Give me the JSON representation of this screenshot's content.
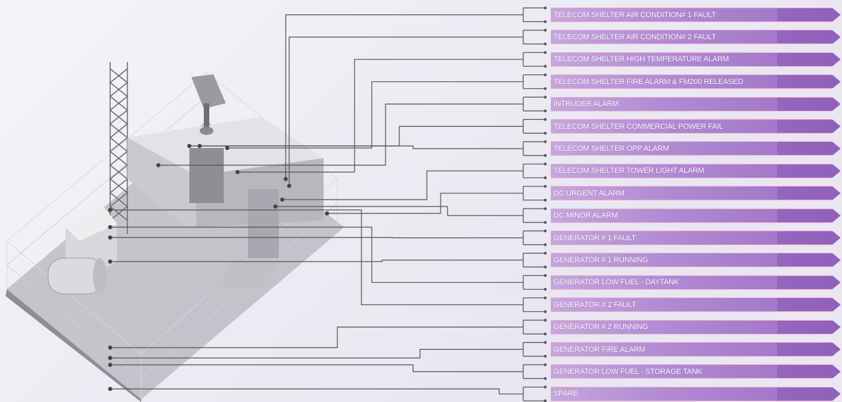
{
  "alarms": [
    {
      "label": "TELECOM SHELTER AIR CONDITION# 1 FAULT"
    },
    {
      "label": "TELECOM SHELTER AIR CONDITION# 2 FAULT"
    },
    {
      "label": "TELECOM SHELTER HIGH TEMPERATURE ALARM"
    },
    {
      "label": "TELECOM SHELTER FIRE ALARM & FM200 RELEASED"
    },
    {
      "label": "INTRUDER ALARM"
    },
    {
      "label": "TELECOM SHELTER COMMERCIAL POWER FAIL"
    },
    {
      "label": "TELECOM SHELTER OPP ALARM"
    },
    {
      "label": "TELECOM SHELTER TOWER LIGHT ALARM"
    },
    {
      "label": "DC URGENT ALARM"
    },
    {
      "label": "DC MINOR ALARM"
    },
    {
      "label": "GENERATOR # 1 FAULT"
    },
    {
      "label": "GENERATOR # 1 RUNNING"
    },
    {
      "label": "GENERATOR LOW FUEL - DAYTANK"
    },
    {
      "label": "GENERATOR # 2 FAULT"
    },
    {
      "label": "GENERATOR # 2 RUNNING"
    },
    {
      "label": "GENERATOR FIRE ALARM"
    },
    {
      "label": "GENERATOR LOW FUEL - STORAGE TANK"
    },
    {
      "label": "SPARE"
    }
  ],
  "colors": {
    "bar_start": "#c6a6dc",
    "bar_end": "#9d70c5",
    "bar_border": "#e9a2c8",
    "connector_line": "#555555"
  }
}
